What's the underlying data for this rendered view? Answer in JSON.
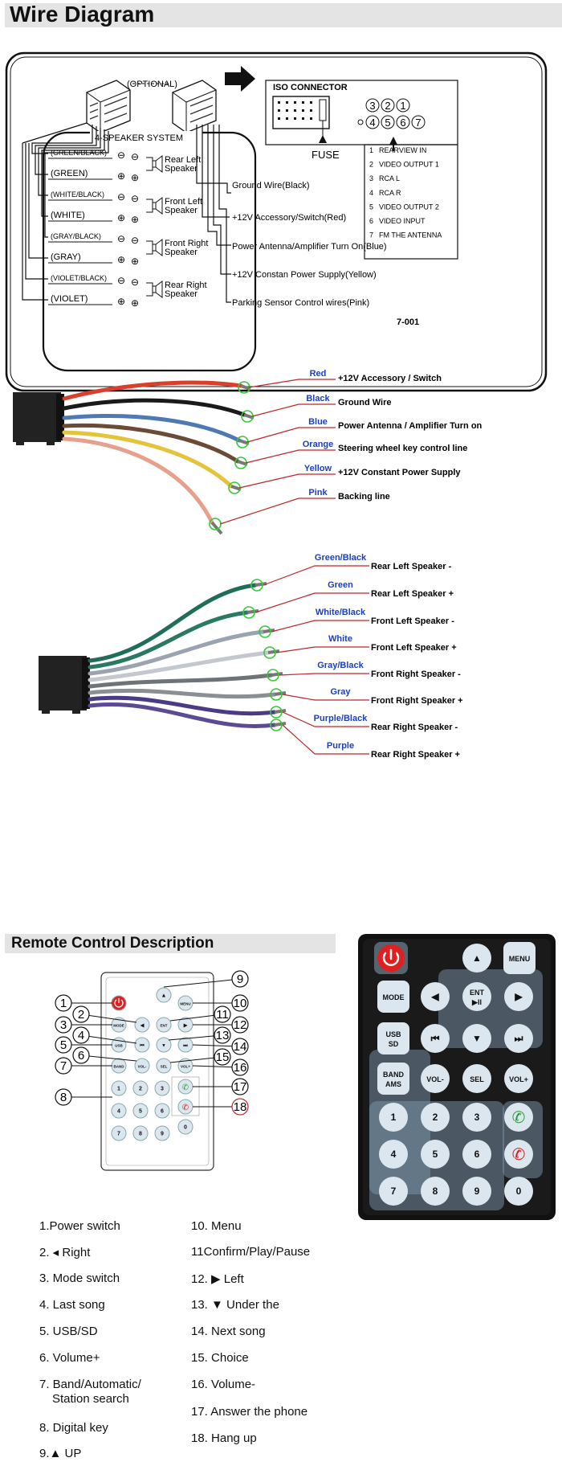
{
  "title": "Wire Diagram",
  "iso": {
    "optional_label": "(OPTIONAL)",
    "speaker_system_label": "4-SPEAKER SYSTEM",
    "iso_connector_label": "ISO CONNECTOR",
    "fuse_label": "FUSE",
    "model_code": "7-001",
    "speaker_wires": [
      {
        "label": "(GREEN/BLACK)",
        "sign": "⊖"
      },
      {
        "label": "(GREEN)",
        "sign": "⊕"
      },
      {
        "label": "(WHITE/BLACK)",
        "sign": "⊖"
      },
      {
        "label": "(WHITE)",
        "sign": "⊕"
      },
      {
        "label": "(GRAY/BLACK)",
        "sign": "⊖"
      },
      {
        "label": "(GRAY)",
        "sign": "⊕"
      },
      {
        "label": "(VIOLET/BLACK)",
        "sign": "⊖"
      },
      {
        "label": "(VIOLET)",
        "sign": "⊕"
      }
    ],
    "speakers": [
      {
        "line1": "Rear Left",
        "line2": "Speaker"
      },
      {
        "line1": "Front Left",
        "line2": "Speaker"
      },
      {
        "line1": "Front Right",
        "line2": "Speaker"
      },
      {
        "line1": "Rear Right",
        "line2": "Speaker"
      }
    ],
    "power_wires": [
      "Ground  Wire(Black)",
      "+12V Accessory/Switch(Red)",
      "Power Antenna/Amplifier Turn On(Blue)",
      "+12V Constan Power Supply(Yellow)",
      "Parking Sensor Control wires(Pink)"
    ],
    "pin_numbers_top": [
      "3",
      "2",
      "1"
    ],
    "pin_numbers_bottom": [
      "4",
      "5",
      "6",
      "7"
    ],
    "pins": [
      {
        "num": "1",
        "label": "REARVIEW IN"
      },
      {
        "num": "2",
        "label": "VIDEO OUTPUT  1"
      },
      {
        "num": "3",
        "label": "RCA L"
      },
      {
        "num": "4",
        "label": "RCA R"
      },
      {
        "num": "5",
        "label": "VIDEO OUTPUT  2"
      },
      {
        "num": "6",
        "label": "VIDEO  INPUT"
      },
      {
        "num": "7",
        "label": "FM THE ANTENNA"
      }
    ]
  },
  "harness1": [
    {
      "color_name": "Red",
      "function": "+12V  Accessory / Switch",
      "hex": "#d8402c"
    },
    {
      "color_name": "Black",
      "function": "Ground Wire",
      "hex": "#1a1a1a"
    },
    {
      "color_name": "Blue",
      "function": "Power Antenna / Amplifier Turn on",
      "hex": "#4f79b5"
    },
    {
      "color_name": "Orange",
      "function": "Steering wheel key control line",
      "hex": "#6b4a36"
    },
    {
      "color_name": "Yellow",
      "function": "+12V Constant Power Supply",
      "hex": "#e3c43a"
    },
    {
      "color_name": "Pink",
      "function": "Backing line",
      "hex": "#e6a08b"
    }
  ],
  "harness2": [
    {
      "color_name": "Green/Black",
      "function": "Rear Left Speaker -",
      "hex": "#1f6e5a"
    },
    {
      "color_name": "Green",
      "function": "Rear Left Speaker +",
      "hex": "#2a7a63"
    },
    {
      "color_name": "White/Black",
      "function": "Front Left Speaker -",
      "hex": "#9aa4b0"
    },
    {
      "color_name": "White",
      "function": "Front Left Speaker +",
      "hex": "#c4c8ce"
    },
    {
      "color_name": "Gray/Black",
      "function": "Front Right Speaker -",
      "hex": "#6e7378"
    },
    {
      "color_name": "Gray",
      "function": "Front Right Speaker +",
      "hex": "#8a8f94"
    },
    {
      "color_name": "Purple/Black",
      "function": "Rear Right Speaker -",
      "hex": "#4b3a85"
    },
    {
      "color_name": "Purple",
      "function": "Rear Right Speaker +",
      "hex": "#5d4a96"
    }
  ],
  "remote_title": "Remote Control Description",
  "callouts": [
    "1",
    "2",
    "3",
    "4",
    "5",
    "6",
    "7",
    "8",
    "9",
    "10",
    "11",
    "12",
    "13",
    "14",
    "15",
    "16",
    "17",
    "18"
  ],
  "remote_keys": {
    "menu": "MENU",
    "mode": "MODE",
    "ent": "ENT",
    "play": "▶II",
    "usb": "USB",
    "sd": "SD",
    "band": "BAND",
    "ams": "AMS",
    "vol_minus": "VOL-",
    "sel": "SEL",
    "vol_plus": "VOL+",
    "digits": [
      "1",
      "2",
      "3",
      "4",
      "5",
      "6",
      "7",
      "8",
      "9",
      "0"
    ]
  },
  "legend_left": [
    "1.Power switch",
    "2. ◂ Right",
    "3. Mode switch",
    "4. Last song",
    "5. USB/SD",
    "6. Volume+",
    "7. Band/Automatic/",
    "Station search",
    "8. Digital key",
    "9.▲ UP"
  ],
  "legend_right": [
    "10. Menu",
    "11Confirm/Play/Pause",
    "12. ▶ Left",
    "13. ▼ Under the",
    "14. Next song",
    "15. Choice",
    "16. Volume-",
    "17. Answer the phone",
    "18. Hang up"
  ],
  "colors": {
    "label_blue": "#1a3fbf",
    "leader_red": "#c0262a",
    "ring_green": "#33cc33",
    "remote_key": "#dbe6ee",
    "power_red": "#e02020"
  }
}
